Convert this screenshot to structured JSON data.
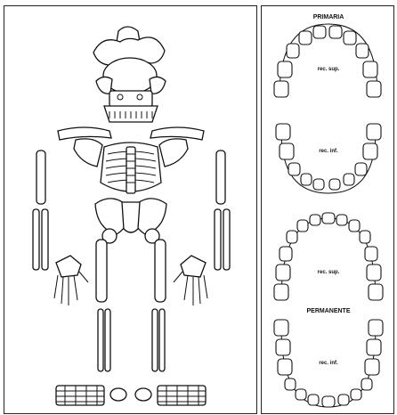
{
  "right_panel": {
    "primary_label": "PRIMARIA",
    "permanent_label": "PERMANENTE",
    "upper_primary_label": "rec. sup.",
    "lower_primary_label": "rec. inf.",
    "upper_permanent_label": "rec. sup.",
    "lower_permanent_label": "rec. inf."
  }
}
